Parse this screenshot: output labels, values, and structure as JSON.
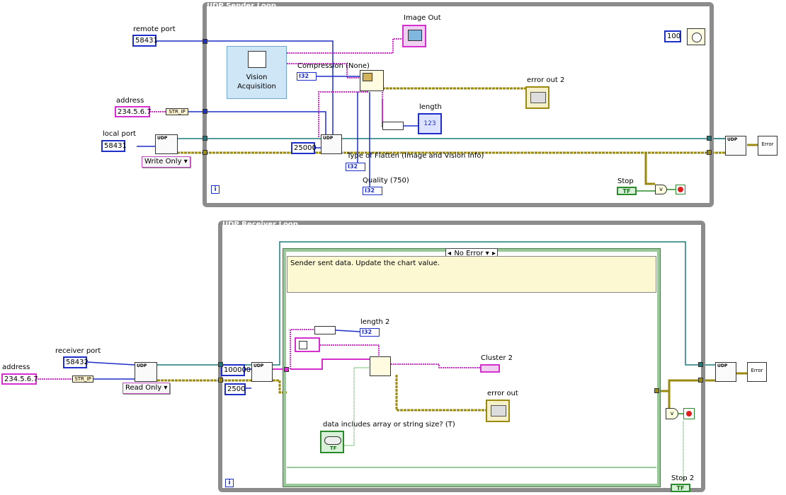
{
  "sender": {
    "title": "UDP Sender Loop",
    "remote_port_label": "remote port",
    "remote_port_value": "58431",
    "address_label": "address",
    "address_value": "234.5.6.7",
    "str_ip": "STR_IP",
    "local_port_label": "local port",
    "local_port_value": "58431",
    "write_mode": "Write Only",
    "vision_label_1": "Vision",
    "vision_label_2": "Acquisition",
    "compression_label": "Compression (None)",
    "image_out_label": "Image Out",
    "error_out_label": "error out 2",
    "length_label": "length",
    "length_display": "123",
    "timeout_value": "25000",
    "flatten_type_label": "Type of Flatten (Image and Vision Info)",
    "quality_label": "Quality (750)",
    "stop_label": "Stop",
    "wait_value": "100",
    "i32": "I32",
    "tf": "TF",
    "udp": "UDP",
    "error_label": "Error",
    "i_label": "i"
  },
  "receiver": {
    "title": "UDP Receiver Loop",
    "address_label": "address",
    "address_value": "234.5.6.7",
    "str_ip": "STR_IP",
    "receiver_port_label": "receiver port",
    "receiver_port_value": "58432",
    "read_mode": "Read Only",
    "bytes_value": "100000",
    "timeout_value": "2500",
    "case_selector": "No Error",
    "comment": "Sender sent data. Update the chart value.",
    "length2_label": "length 2",
    "cluster2_label": "Cluster 2",
    "error_out_label": "error out",
    "array_size_label": "data includes array or string size? (T)",
    "stop_label": "Stop 2",
    "i32": "I32",
    "tf": "TF",
    "udp": "UDP",
    "error_label": "Error",
    "i_label": "i"
  },
  "colors": {
    "loop_border": "#8c8c8c",
    "numeric_blue": "#1d2ec9",
    "string_pink": "#d62fd0",
    "error_cluster": "#9a8a10",
    "boolean_green": "#2b8a2b",
    "refnum_teal": "#1e7a7a",
    "case_green": "#9ac89a",
    "comment_bg": "#fbf8d2"
  }
}
